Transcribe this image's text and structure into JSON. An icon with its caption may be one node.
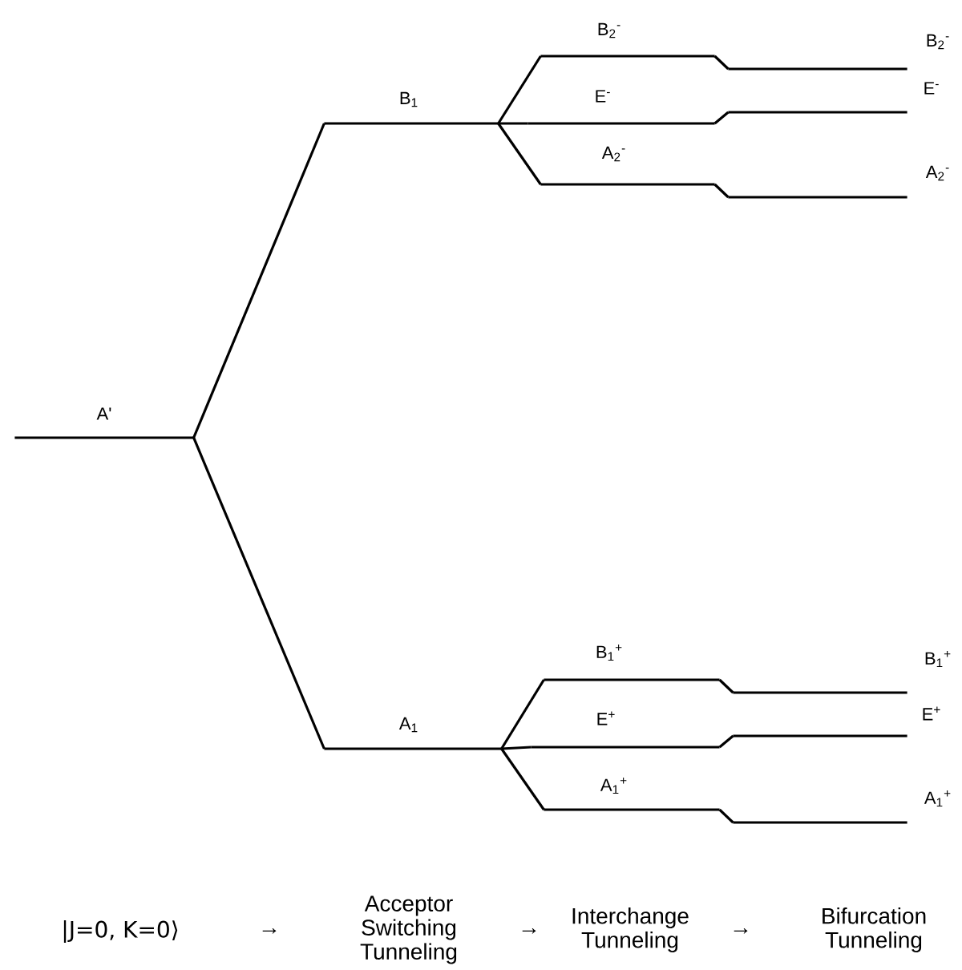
{
  "diagram": {
    "nodes": [
      {
        "text": [
          "A'"
        ]
      },
      {
        "text": [
          "B$_{1}$"
        ]
      },
      {
        "text": [
          "A$_{1}$"
        ]
      },
      {
        "text": [
          "B$_{2}$$^{-}$"
        ]
      },
      {
        "text": [
          "E$^{-}$"
        ]
      },
      {
        "text": [
          "A$_{2}$$^{-}$"
        ]
      },
      {
        "text": [
          "B$_{2}$$^{-}$"
        ]
      },
      {
        "text": [
          "E$^{-}$"
        ]
      },
      {
        "text": [
          "A$_{2}$$^{-}$"
        ]
      },
      {
        "text": [
          "B$_{1}$$^{+}$"
        ]
      },
      {
        "text": [
          "E$^{+}$"
        ]
      },
      {
        "text": [
          "A$_{1}$$^{+}$"
        ]
      },
      {
        "text": [
          "B$_{1}$$^{+}$"
        ]
      },
      {
        "text": [
          "E$^{+}$"
        ]
      },
      {
        "text": [
          "A$_{1}$$^{+}$"
        ]
      }
    ],
    "edges": [
      {
        "from": 0,
        "to": 1,
        "arrow": "none"
      },
      {
        "from": 0,
        "to": 2,
        "arrow": "none"
      },
      {
        "from": 1,
        "to": 3,
        "arrow": "none"
      },
      {
        "from": 1,
        "to": 4,
        "arrow": "none"
      },
      {
        "from": 1,
        "to": 5,
        "arrow": "none"
      },
      {
        "from": 3,
        "to": 6,
        "arrow": "none"
      },
      {
        "from": 4,
        "to": 7,
        "arrow": "none"
      },
      {
        "from": 5,
        "to": 8,
        "arrow": "none"
      },
      {
        "from": 2,
        "to": 9,
        "arrow": "none"
      },
      {
        "from": 2,
        "to": 10,
        "arrow": "none"
      },
      {
        "from": 2,
        "to": 11,
        "arrow": "none"
      },
      {
        "from": 9,
        "to": 12,
        "arrow": "none"
      },
      {
        "from": 10,
        "to": 13,
        "arrow": "none"
      },
      {
        "from": 11,
        "to": 14,
        "arrow": "none"
      }
    ],
    "labels": [
      "|J=0, K=0⟩",
      "→",
      "Acceptor Switching Tunneling",
      "→",
      "Interchange Tunneling",
      "→",
      "Bifurcation Tunneling"
    ]
  }
}
